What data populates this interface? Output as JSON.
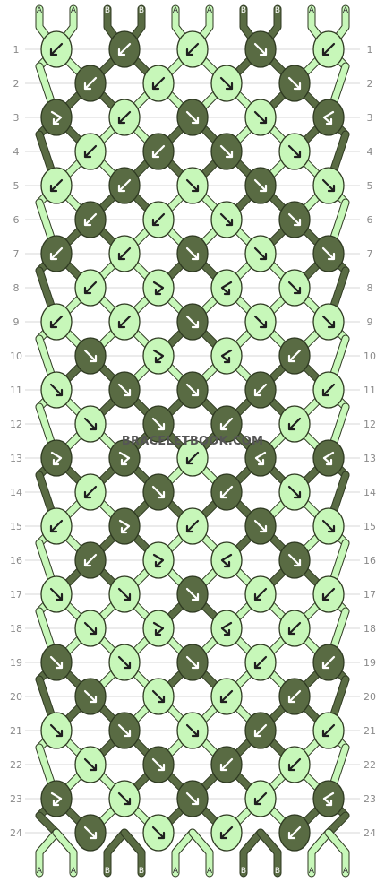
{
  "watermark": "BRACELETBOOK.COM",
  "colors": {
    "A": "#c7f7b9",
    "B": "#596b43",
    "outline": "#2f3a22",
    "grid": "#d7d7d7"
  },
  "top_strings": [
    "A",
    "A",
    "B",
    "B",
    "A",
    "A",
    "B",
    "B",
    "A",
    "A"
  ],
  "bottom_strings": [
    "A",
    "A",
    "B",
    "B",
    "A",
    "A",
    "B",
    "B",
    "A",
    "A"
  ],
  "row_labels": [
    "1",
    "2",
    "3",
    "4",
    "5",
    "6",
    "7",
    "8",
    "9",
    "10",
    "11",
    "12",
    "13",
    "14",
    "15",
    "16",
    "17",
    "18",
    "19",
    "20",
    "21",
    "22",
    "23",
    "24"
  ],
  "knots": [
    [
      {
        "c": "A",
        "d": "bl"
      },
      {
        "c": "B",
        "d": "bl"
      },
      {
        "c": "A",
        "d": "bl"
      },
      {
        "c": "B",
        "d": "br"
      },
      {
        "c": "A",
        "d": "bl"
      }
    ],
    [
      {
        "c": "B",
        "d": "bl"
      },
      {
        "c": "A",
        "d": "bl"
      },
      {
        "c": "A",
        "d": "br"
      },
      {
        "c": "B",
        "d": "br"
      }
    ],
    [
      {
        "c": "B",
        "d": "rb"
      },
      {
        "c": "A",
        "d": "bl"
      },
      {
        "c": "B",
        "d": "br"
      },
      {
        "c": "A",
        "d": "br"
      },
      {
        "c": "B",
        "d": "lb"
      }
    ],
    [
      {
        "c": "A",
        "d": "bl"
      },
      {
        "c": "B",
        "d": "bl"
      },
      {
        "c": "B",
        "d": "br"
      },
      {
        "c": "A",
        "d": "br"
      }
    ],
    [
      {
        "c": "A",
        "d": "bl"
      },
      {
        "c": "B",
        "d": "bl"
      },
      {
        "c": "A",
        "d": "br"
      },
      {
        "c": "B",
        "d": "br"
      },
      {
        "c": "A",
        "d": "br"
      }
    ],
    [
      {
        "c": "B",
        "d": "bl"
      },
      {
        "c": "A",
        "d": "bl"
      },
      {
        "c": "A",
        "d": "br"
      },
      {
        "c": "B",
        "d": "br"
      }
    ],
    [
      {
        "c": "B",
        "d": "bl"
      },
      {
        "c": "A",
        "d": "bl"
      },
      {
        "c": "B",
        "d": "br"
      },
      {
        "c": "A",
        "d": "br"
      },
      {
        "c": "B",
        "d": "br"
      }
    ],
    [
      {
        "c": "A",
        "d": "bl"
      },
      {
        "c": "A",
        "d": "rb"
      },
      {
        "c": "A",
        "d": "lb"
      },
      {
        "c": "A",
        "d": "br"
      }
    ],
    [
      {
        "c": "A",
        "d": "bl"
      },
      {
        "c": "A",
        "d": "bl"
      },
      {
        "c": "B",
        "d": "br"
      },
      {
        "c": "A",
        "d": "br"
      },
      {
        "c": "A",
        "d": "br"
      }
    ],
    [
      {
        "c": "B",
        "d": "br"
      },
      {
        "c": "A",
        "d": "rb"
      },
      {
        "c": "A",
        "d": "lb"
      },
      {
        "c": "B",
        "d": "bl"
      }
    ],
    [
      {
        "c": "A",
        "d": "br"
      },
      {
        "c": "B",
        "d": "br"
      },
      {
        "c": "B",
        "d": "br"
      },
      {
        "c": "B",
        "d": "bl"
      },
      {
        "c": "A",
        "d": "bl"
      }
    ],
    [
      {
        "c": "A",
        "d": "br"
      },
      {
        "c": "B",
        "d": "br"
      },
      {
        "c": "B",
        "d": "bl"
      },
      {
        "c": "A",
        "d": "bl"
      }
    ],
    [
      {
        "c": "B",
        "d": "rb"
      },
      {
        "c": "B",
        "d": "rb"
      },
      {
        "c": "A",
        "d": "bl"
      },
      {
        "c": "B",
        "d": "lb"
      },
      {
        "c": "B",
        "d": "lb"
      }
    ],
    [
      {
        "c": "A",
        "d": "bl"
      },
      {
        "c": "B",
        "d": "br"
      },
      {
        "c": "B",
        "d": "bl"
      },
      {
        "c": "A",
        "d": "br"
      }
    ],
    [
      {
        "c": "A",
        "d": "bl"
      },
      {
        "c": "B",
        "d": "rb"
      },
      {
        "c": "A",
        "d": "bl"
      },
      {
        "c": "B",
        "d": "br"
      },
      {
        "c": "A",
        "d": "br"
      }
    ],
    [
      {
        "c": "B",
        "d": "bl"
      },
      {
        "c": "A",
        "d": "rb"
      },
      {
        "c": "A",
        "d": "lb"
      },
      {
        "c": "B",
        "d": "br"
      }
    ],
    [
      {
        "c": "A",
        "d": "br"
      },
      {
        "c": "A",
        "d": "br"
      },
      {
        "c": "B",
        "d": "br"
      },
      {
        "c": "A",
        "d": "bl"
      },
      {
        "c": "A",
        "d": "bl"
      }
    ],
    [
      {
        "c": "A",
        "d": "br"
      },
      {
        "c": "A",
        "d": "rb"
      },
      {
        "c": "A",
        "d": "lb"
      },
      {
        "c": "A",
        "d": "bl"
      }
    ],
    [
      {
        "c": "B",
        "d": "br"
      },
      {
        "c": "A",
        "d": "br"
      },
      {
        "c": "B",
        "d": "br"
      },
      {
        "c": "A",
        "d": "bl"
      },
      {
        "c": "B",
        "d": "bl"
      }
    ],
    [
      {
        "c": "B",
        "d": "br"
      },
      {
        "c": "A",
        "d": "br"
      },
      {
        "c": "A",
        "d": "bl"
      },
      {
        "c": "B",
        "d": "bl"
      }
    ],
    [
      {
        "c": "A",
        "d": "br"
      },
      {
        "c": "B",
        "d": "br"
      },
      {
        "c": "A",
        "d": "br"
      },
      {
        "c": "B",
        "d": "bl"
      },
      {
        "c": "A",
        "d": "bl"
      }
    ],
    [
      {
        "c": "A",
        "d": "br"
      },
      {
        "c": "B",
        "d": "br"
      },
      {
        "c": "B",
        "d": "bl"
      },
      {
        "c": "A",
        "d": "bl"
      }
    ],
    [
      {
        "c": "B",
        "d": "rb"
      },
      {
        "c": "A",
        "d": "br"
      },
      {
        "c": "B",
        "d": "br"
      },
      {
        "c": "A",
        "d": "bl"
      },
      {
        "c": "B",
        "d": "lb"
      }
    ],
    [
      {
        "c": "B",
        "d": "br"
      },
      {
        "c": "A",
        "d": "br"
      },
      {
        "c": "A",
        "d": "bl"
      },
      {
        "c": "B",
        "d": "bl"
      }
    ]
  ]
}
